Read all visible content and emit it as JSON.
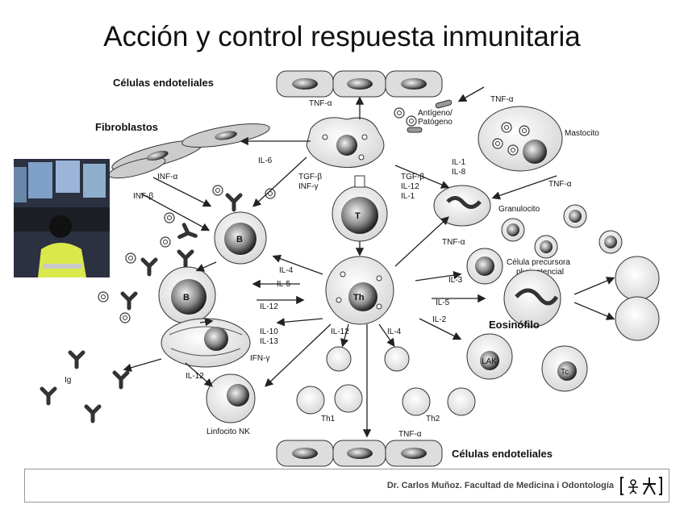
{
  "title": "Acción y control respuesta inmunitaria",
  "labels": {
    "endothelial_top": "Células endoteliales",
    "endothelial_bottom": "Células endoteliales",
    "fibroblastos": "Fibroblastos",
    "antigeno": "Antígeno/",
    "patogeno": "Patógeno",
    "mastocito": "Mastocito",
    "granulocito": "Granulocito",
    "celula_precursora": "Célula precursora",
    "pluripotencial": "pluripotencial",
    "eosinofilo": "Eosinófilo",
    "linfocito_nk": "Linfocito NK",
    "ig": "Ig",
    "th1": "Th1",
    "th2": "Th2",
    "cell_b1": "B",
    "cell_b2": "B",
    "cell_t": "T",
    "cell_th": "Th",
    "cell_lak": "LAK",
    "cell_tc": "Tc"
  },
  "cytokines": {
    "tnf_top": "TNF-α",
    "tnf_mast": "TNF-α",
    "tnf_mast2": "TNF-α",
    "il6": "IL-6",
    "inf_alpha": "INF-α",
    "inf_beta": "INF-β",
    "tgf_left": "TGF-β",
    "inf_gamma": "INF-γ",
    "tgf_right": "TGF-β",
    "il12_right": "IL-12",
    "il1_right": "IL-1",
    "il1_top": "IL-1",
    "il8": "IL-8",
    "tnf_gran": "TNF-α",
    "il4_left": "IL-4",
    "il5_left": "IL-5",
    "il12_left": "IL-12",
    "il10": "IL-10",
    "il13": "IL-13",
    "ifn_gamma": "IFN-γ",
    "il12_b": "IL-12",
    "il12_mid": "IL-12",
    "il4_mid": "IL-4",
    "il3": "IL-3",
    "il5_right": "IL-5",
    "il2": "IL-2",
    "tnf_bottom": "TNF-α"
  },
  "footer": {
    "text": "Dr. Carlos Muñoz. Facultad de Medicina i Odontología"
  }
}
